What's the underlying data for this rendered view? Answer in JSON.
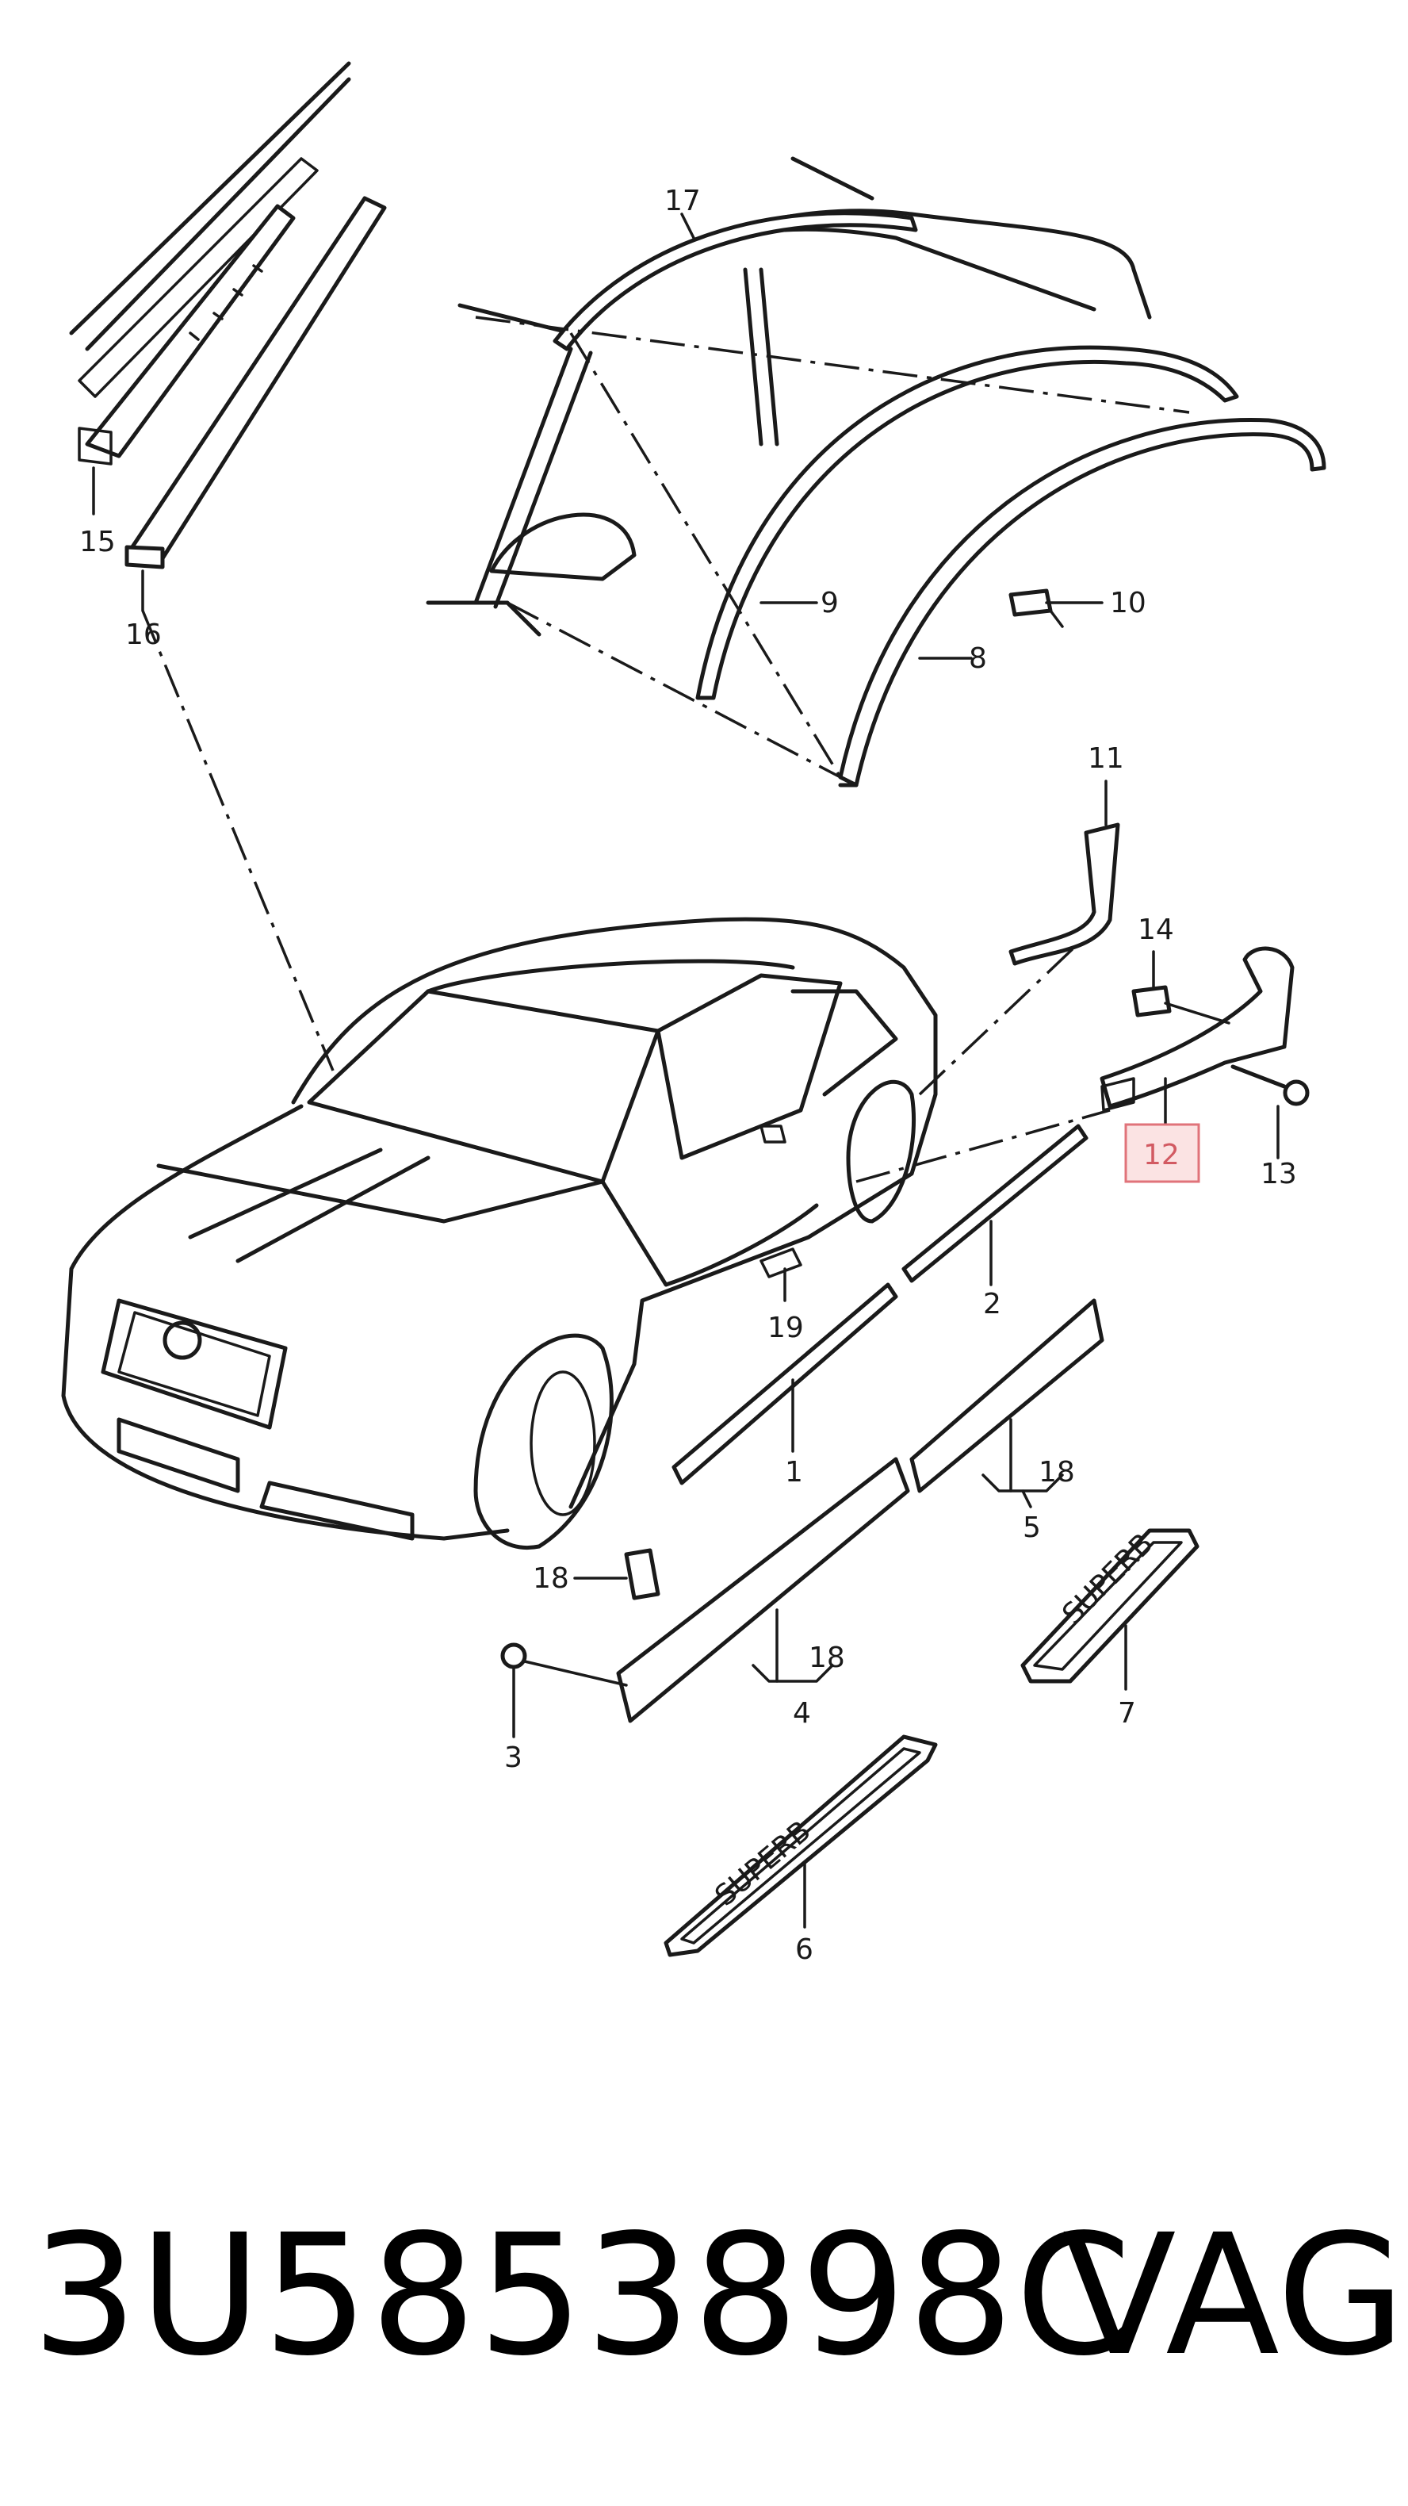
{
  "diagram": {
    "callouts": [
      {
        "id": "c1",
        "label": "1"
      },
      {
        "id": "c2",
        "label": "2"
      },
      {
        "id": "c3",
        "label": "3"
      },
      {
        "id": "c4",
        "label": "4"
      },
      {
        "id": "c5",
        "label": "5"
      },
      {
        "id": "c6",
        "label": "6"
      },
      {
        "id": "c7",
        "label": "7"
      },
      {
        "id": "c8",
        "label": "8"
      },
      {
        "id": "c9",
        "label": "9"
      },
      {
        "id": "c10",
        "label": "10"
      },
      {
        "id": "c11",
        "label": "11"
      },
      {
        "id": "c12",
        "label": "12",
        "highlighted": true
      },
      {
        "id": "c13",
        "label": "13"
      },
      {
        "id": "c14",
        "label": "14"
      },
      {
        "id": "c15",
        "label": "15"
      },
      {
        "id": "c16",
        "label": "16"
      },
      {
        "id": "c17",
        "label": "17"
      },
      {
        "id": "c18a",
        "label": "18"
      },
      {
        "id": "c18b",
        "label": "18"
      },
      {
        "id": "c18c",
        "label": "18"
      },
      {
        "id": "c19",
        "label": "19"
      }
    ],
    "sill_text": [
      "SUPERB",
      "SUPERB"
    ],
    "highlight_color": "#e0737a"
  },
  "footer": {
    "part_number": "3U5853898C",
    "brand": "VAG"
  }
}
